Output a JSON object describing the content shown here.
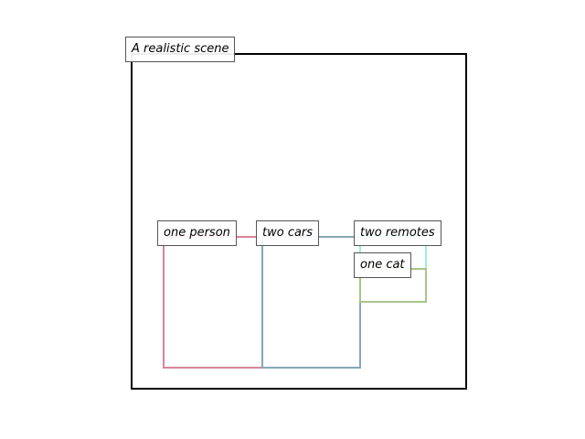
{
  "scene": {
    "caption": "A realistic scene"
  },
  "regions": [
    {
      "label": "one person",
      "color": "#d9849a"
    },
    {
      "label": "two cars",
      "color": "#86a8b8"
    },
    {
      "label": "two remotes",
      "color": "#98f0e0"
    },
    {
      "label": "one cat",
      "color": "#a8c488"
    }
  ]
}
